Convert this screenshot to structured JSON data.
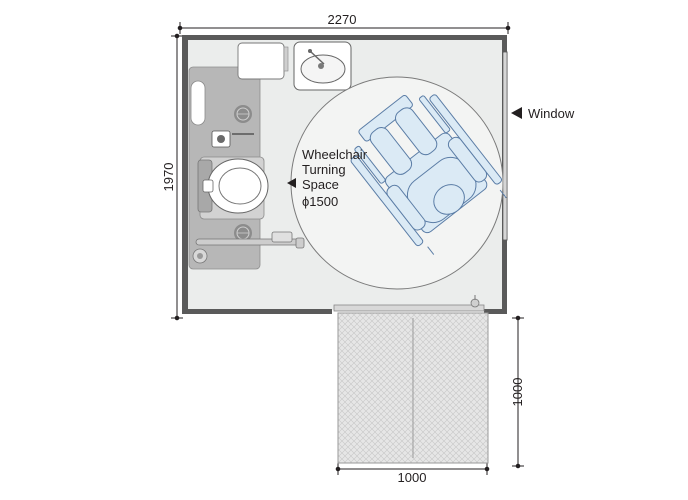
{
  "dimensions": {
    "room_width": "2270",
    "room_depth": "1970",
    "ramp_depth": "1000",
    "ramp_width": "1000"
  },
  "labels": {
    "window": "Window",
    "turning_space_line1": "Wheelchair",
    "turning_space_line2": "Turning",
    "turning_space_line3": "Space",
    "turning_space_diameter": "ϕ1500"
  },
  "colors": {
    "wall": "#5a5a5a",
    "floor": "#ebedec",
    "fixture_gray": "#b7b7b7",
    "wheelchair_fill": "#dbeaf5",
    "wheelchair_stroke": "#5b7da6",
    "ramp": "#e3e3e3"
  },
  "icons": {
    "arrow": "triangle-left-icon",
    "drain": "drain-icon",
    "faucet": "faucet-icon"
  }
}
